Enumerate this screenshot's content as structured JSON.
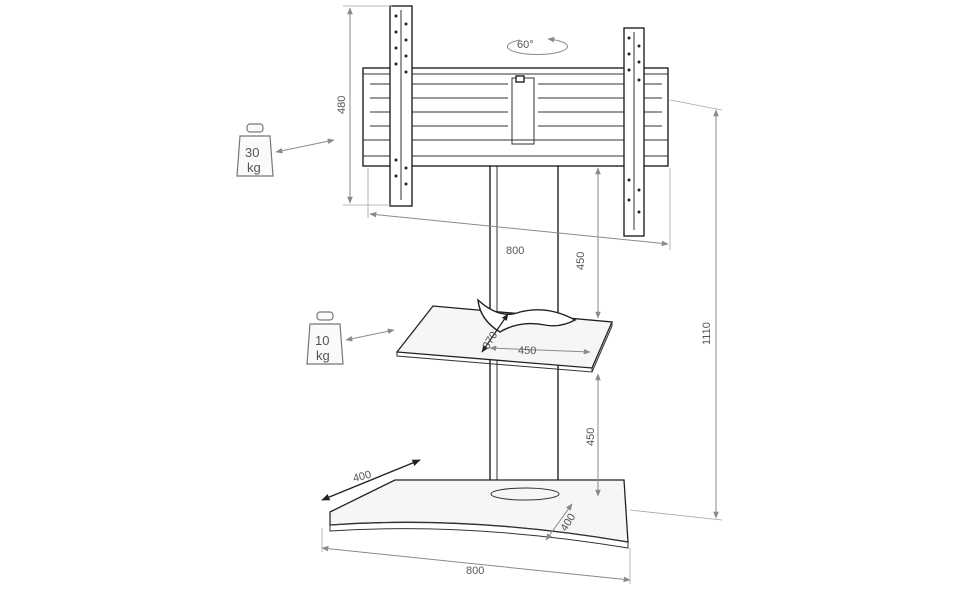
{
  "rotation": {
    "label": "60°"
  },
  "dimensions": {
    "bracket_height": "480",
    "bracket_width": "800",
    "upper_column": "450",
    "total_height": "1110",
    "shelf_depth": "370",
    "shelf_width": "450",
    "lower_column": "450",
    "base_left_depth": "400",
    "base_right_depth": "400",
    "base_width": "800"
  },
  "weights": {
    "upper": {
      "value": "30",
      "unit": "kg"
    },
    "lower": {
      "value": "10",
      "unit": "kg"
    }
  }
}
